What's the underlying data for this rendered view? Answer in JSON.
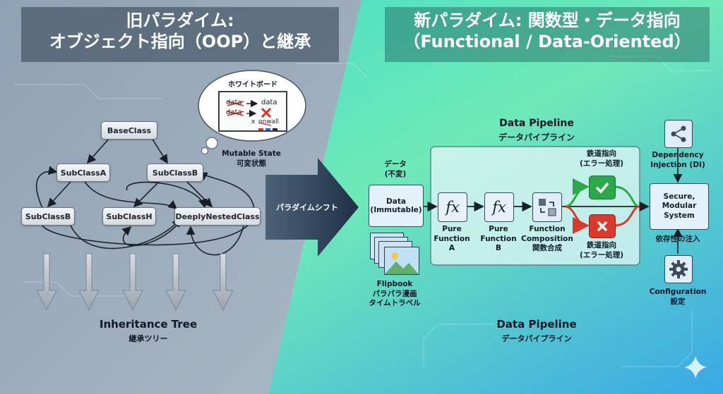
{
  "left": {
    "title_line1": "旧パラダイム:",
    "title_line2": "オブジェクト指向（OOP）と継承",
    "whiteboard": {
      "title": "ホワイトボード",
      "row1_from": "data",
      "row1_to": "data",
      "row2_from": "data",
      "row3_x": "x",
      "row3_word": "onwall"
    },
    "mutable_state": "Mutable State",
    "mutable_state_jp": "可変状態",
    "nodes": {
      "base": "BaseClass",
      "sub_a": "SubClassA",
      "sub_b_right": "SubClassB",
      "sub_b_left": "SubClassB",
      "sub_h": "SubClassH",
      "deep": "DeeplyNestedClass"
    },
    "tree_label": "Inheritance Tree",
    "tree_label_jp": "継承ツリー"
  },
  "shift_label": "パラダイムシフト",
  "right": {
    "title_line1": "新パラダイム: 関数型・データ指向",
    "title_line2": "（Functional / Data-Oriented）",
    "pipeline_title": "Data Pipeline",
    "pipeline_title_jp": "データパイプライン",
    "data_label": "データ",
    "data_label2": "(不変)",
    "data_box_line1": "Data",
    "data_box_line2": "(Immutable)",
    "fx_symbol": "fx",
    "pure_a": [
      "Pure",
      "Function",
      "A"
    ],
    "pure_b": [
      "Pure",
      "Function",
      "B"
    ],
    "composition": [
      "Function",
      "Composition",
      "関数合成"
    ],
    "rail_ok": [
      "鉄道指向",
      "(エラー処理)"
    ],
    "rail_err": [
      "鉄道指向",
      "(エラー処理)"
    ],
    "flipbook": [
      "Flipbook",
      "パラパラ漫画",
      "タイムトラベル"
    ],
    "di": [
      "Dependency",
      "Injection (DI)"
    ],
    "system": [
      "Secure,",
      "Modular",
      "System"
    ],
    "di_jp": "依存性の注入",
    "config": [
      "Configuration",
      "設定"
    ],
    "bottom_title": "Data Pipeline",
    "bottom_title_jp": "データパイプライン"
  },
  "colors": {
    "left_bg": "#9aabbd",
    "right_bg": "#4fe0c8",
    "ok_green": "#2ba84a",
    "err_red": "#d93a2b"
  }
}
